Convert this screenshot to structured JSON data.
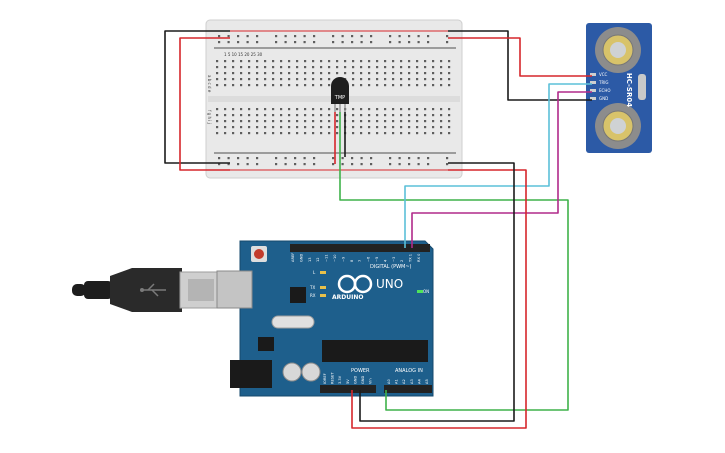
{
  "colors": {
    "wire_red": "#d6262b",
    "wire_black": "#1b1b1b",
    "wire_green": "#3fb24a",
    "wire_cyan": "#5bc0d8",
    "wire_magenta": "#b02a8a",
    "arduino_blue": "#1e5f8c",
    "breadboard": "#e9e9e9",
    "sensor_blue": "#2c5aa6"
  },
  "breadboard": {
    "columns_top": "1 5 10 15 20 25 30",
    "row_letters_top": "a b c d e",
    "row_letters_bottom": "f g h i j"
  },
  "temp_sensor": {
    "label": "TMP"
  },
  "ultrasonic": {
    "label": "HC-SR04",
    "pins": [
      "VCC",
      "TRIG",
      "ECHO",
      "GND"
    ]
  },
  "arduino": {
    "brand": "ARDUINO",
    "model": "UNO",
    "digital_label": "DIGITAL (PWM~)",
    "analog_label": "ANALOG IN",
    "power_label": "POWER",
    "on_label": "ON",
    "tx_label": "TX",
    "rx_label": "RX",
    "l_label": "L",
    "digital_pins": [
      "AREF",
      "GND",
      "13",
      "12",
      "~11",
      "~10",
      "~9",
      "8",
      "7",
      "~6",
      "~5",
      "4",
      "~3",
      "2",
      "TX 1",
      "RX 0"
    ],
    "power_pins": [
      "IOREF",
      "RESET",
      "3.3V",
      "5V",
      "GND",
      "GND",
      "Vin"
    ],
    "analog_pins": [
      "A0",
      "A1",
      "A2",
      "A3",
      "A4",
      "A5"
    ]
  },
  "usb": {
    "icon": "usb-icon"
  }
}
